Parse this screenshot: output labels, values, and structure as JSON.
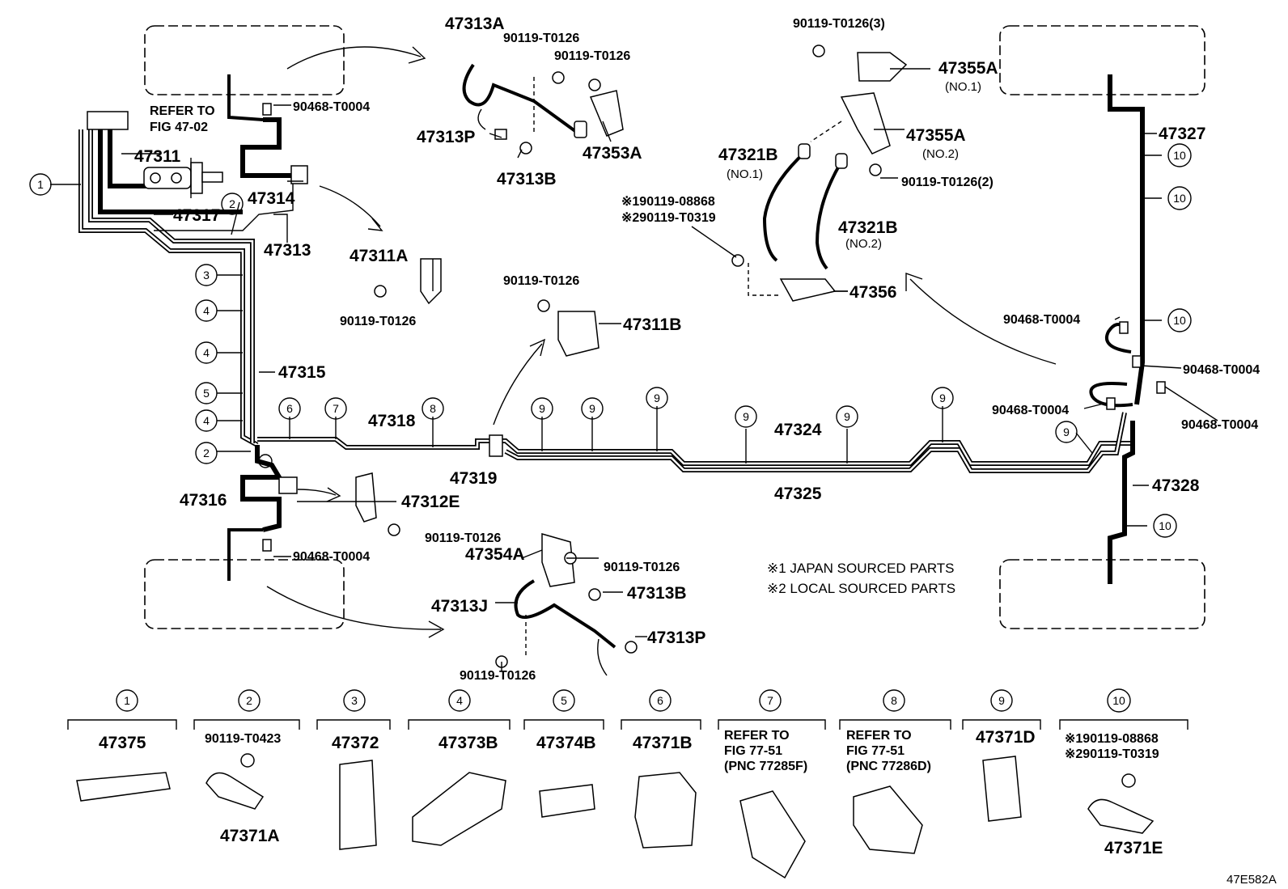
{
  "diagram_code": "47E582A",
  "refer_fig": [
    "REFER TO",
    "FIG 47-02"
  ],
  "notes": [
    "※1 JAPAN SOURCED PARTS",
    "※2 LOCAL SOURCED PARTS"
  ],
  "labels": {
    "p47313A_top": "47313A",
    "b90119_T0126_a": "90119-T0126",
    "b90119_T0126_b": "90119-T0126",
    "p47313P_top": "47313P",
    "p47313B_top": "47313B",
    "p47353A": "47353A",
    "c90468_T0004_top": "90468-T0004",
    "p47311": "47311",
    "p47314": "47314",
    "p47317": "47317",
    "p47313": "47313",
    "p47311A": "47311A",
    "b90119_T0126_c": "90119-T0126",
    "b90119_T0126_d": "90119-T0126",
    "p47311B": "47311B",
    "p47315": "47315",
    "p47318": "47318",
    "p47319": "47319",
    "p47324": "47324",
    "p47325": "47325",
    "p47316": "47316",
    "p47312E": "47312E",
    "b90119_T0126_e": "90119-T0126",
    "c90468_T0004_bot": "90468-T0004",
    "p47354A": "47354A",
    "b90119_T0126_f": "90119-T0126",
    "p47313B_bot": "47313B",
    "p47313J": "47313J",
    "p47313P_bot": "47313P",
    "b90119_T0126_g": "90119-T0126",
    "b90119_T0126_3": "90119-T0126(3)",
    "p47355A_1": "47355A",
    "no1_a": "(NO.1)",
    "p47355A_2": "47355A",
    "no2_a": "(NO.2)",
    "b90119_T0126_2": "90119-T0126(2)",
    "p47321B_1": "47321B",
    "no1_b": "(NO.1)",
    "p47321B_2": "47321B",
    "no2_b": "(NO.2)",
    "x1_90119_08868": "※190119-08868",
    "x2_90119_T0319": "※290119-T0319",
    "p47356": "47356",
    "p47327": "47327",
    "c90468_T0004_r1": "90468-T0004",
    "c90468_T0004_r2": "90468-T0004",
    "c90468_T0004_r3": "90468-T0004",
    "c90468_T0004_r4": "90468-T0004",
    "p47328": "47328"
  },
  "callout_numbers": [
    "1",
    "2",
    "3",
    "4",
    "4",
    "5",
    "4",
    "2",
    "6",
    "7",
    "8",
    "9",
    "9",
    "9",
    "9",
    "9",
    "9",
    "9",
    "10",
    "10",
    "10",
    "10"
  ],
  "legend": [
    {
      "num": "1",
      "part": "47375",
      "lines": []
    },
    {
      "num": "2",
      "part": "47371A",
      "lines": [
        "90119-T0423"
      ]
    },
    {
      "num": "3",
      "part": "47372",
      "lines": []
    },
    {
      "num": "4",
      "part": "47373B",
      "lines": []
    },
    {
      "num": "5",
      "part": "47374B",
      "lines": []
    },
    {
      "num": "6",
      "part": "47371B",
      "lines": []
    },
    {
      "num": "7",
      "part": "",
      "lines": [
        "REFER TO",
        "FIG 77-51",
        "(PNC 77285F)"
      ]
    },
    {
      "num": "8",
      "part": "",
      "lines": [
        "REFER TO",
        "FIG 77-51",
        "(PNC 77286D)"
      ]
    },
    {
      "num": "9",
      "part": "47371D",
      "lines": []
    },
    {
      "num": "10",
      "part": "47371E",
      "lines": [
        "※190119-08868",
        "※290119-T0319"
      ]
    }
  ]
}
